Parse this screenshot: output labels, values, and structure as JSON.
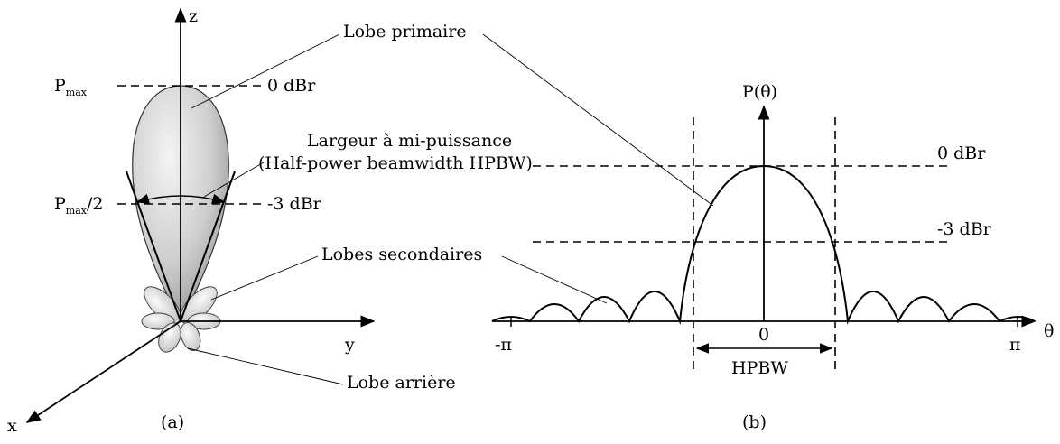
{
  "diagram": {
    "panel_a": {
      "caption": "(a)",
      "axes": {
        "z": "z",
        "y": "y",
        "x": "x"
      },
      "levels": {
        "pmax": {
          "main": "P",
          "sub": "max"
        },
        "pmax_half": {
          "main": "P",
          "sub": "max",
          "suffix": "/2"
        },
        "db0": "0 dBr",
        "db3": "-3 dBr"
      },
      "labels": {
        "main_lobe": "Lobe primaire",
        "hpbw_fr": "Largeur à mi-puissance",
        "hpbw_en": "(Half-power beamwidth HPBW)",
        "side_lobes": "Lobes secondaires",
        "back_lobe": "Lobe arrière"
      }
    },
    "panel_b": {
      "caption": "(b)",
      "y_axis_label": "P(θ)",
      "x_axis_label": "θ",
      "ticks": {
        "neg_pi": "-π",
        "zero": "0",
        "pi": "π"
      },
      "levels": {
        "db0": "0 dBr",
        "db3": "-3 dBr"
      },
      "hpbw": "HPBW"
    },
    "colors": {
      "ink": "#000000",
      "lobe_fill_light": "#f2f2f2",
      "lobe_fill_dark": "#9a9a9a"
    }
  }
}
